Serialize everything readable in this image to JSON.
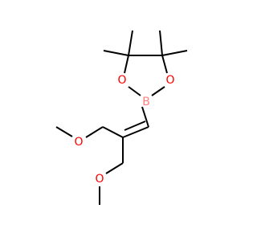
{
  "molecule": {
    "atoms": [
      {
        "symbol": "B",
        "color": "#FF7F7F"
      },
      {
        "symbol": "O",
        "color": "#FF0000"
      },
      {
        "symbol": "O",
        "color": "#FF0000"
      },
      {
        "symbol": "O",
        "color": "#FF0000"
      },
      {
        "symbol": "O",
        "color": "#FF0000"
      }
    ],
    "bond_color": "#000000",
    "background": "#FFFFFF"
  }
}
